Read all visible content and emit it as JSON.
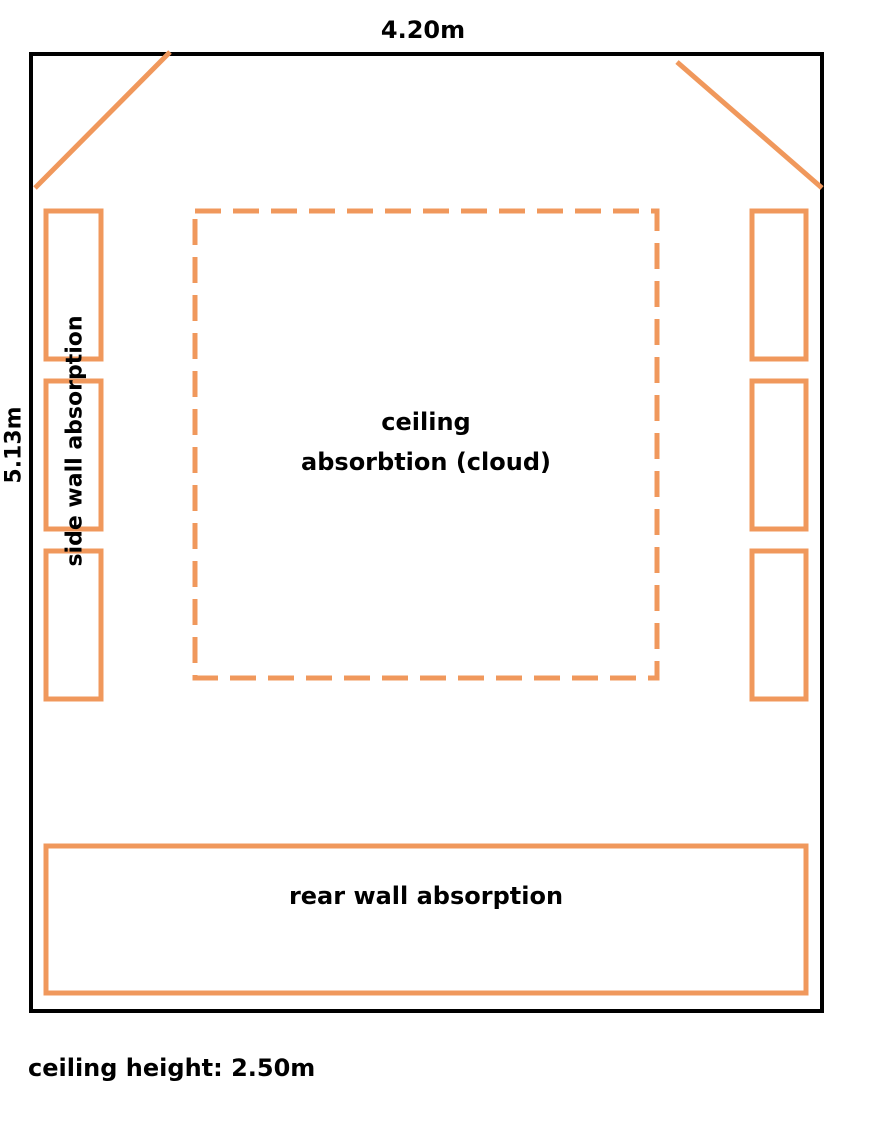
{
  "dimensions": {
    "width": "4.20m",
    "length": "5.13m",
    "ceiling_height": "ceiling height: 2.50m"
  },
  "labels": {
    "side_wall": "side wall absorption",
    "ceiling_line1": "ceiling",
    "ceiling_line2": "absorbtion (cloud)",
    "rear_wall": "rear wall absorption"
  },
  "colors": {
    "wall": "#000000",
    "absorption": "#f0985c",
    "background": "#ffffff"
  }
}
